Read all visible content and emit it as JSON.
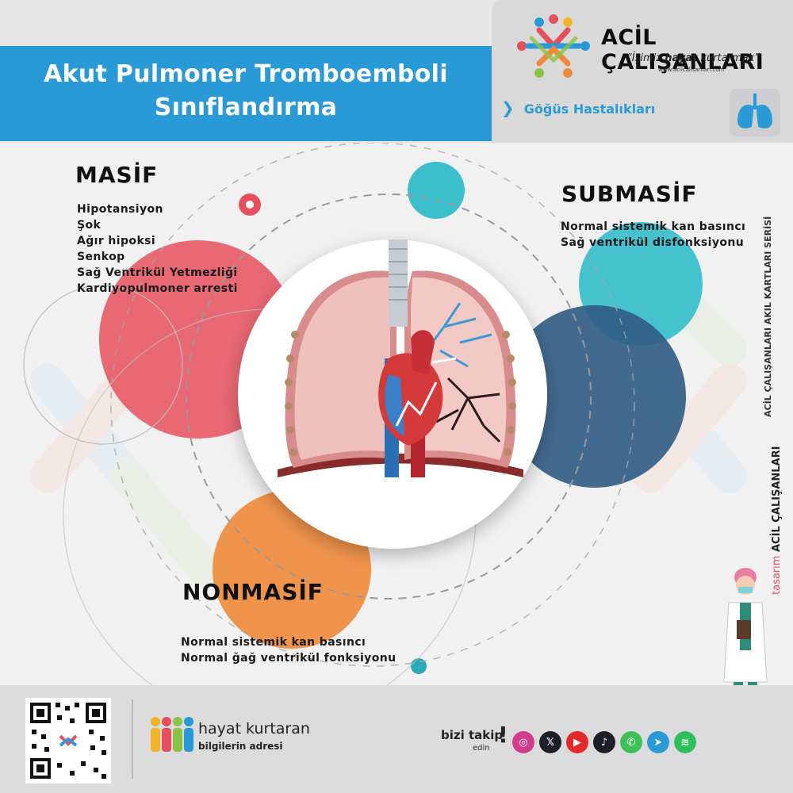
{
  "header": {
    "title_line1": "Akut Pulmoner Tromboemboli",
    "title_line2": "Sınıflandırma"
  },
  "brand": {
    "name": "ACİL ÇALIŞANLARI",
    "slogan_prefix": "“İşimiz ",
    "slogan_bold": "hayat",
    "slogan_suffix": " kurtarmak”",
    "url": "www.acilcalisanlari.com",
    "category": "Göğüs Hastalıkları",
    "category_icon": "lungs-icon"
  },
  "sections": {
    "masif": {
      "title": "MASİF",
      "items": [
        "Hipotansiyon",
        "Şok",
        "Ağır hipoksi",
        "Senkop",
        "Sağ Ventrikül Yetmezliği",
        "Kardiyopulmoner arresti"
      ]
    },
    "submasif": {
      "title": "SUBMASİF",
      "items": [
        "Normal sistemik kan basıncı",
        "Sağ ventrikül disfonksiyonu"
      ]
    },
    "nonmasif": {
      "title": "NONMASİF",
      "items": [
        "Normal sistemik kan basıncı",
        "Normal ğağ ventrikül fonksiyonu"
      ]
    }
  },
  "side": {
    "series": "ACİL ÇALIŞANLARI AKIL KARTLARI SERİSİ",
    "design_prefix": "tasarım",
    "design_brand": "ACİL ÇALIŞANLARI"
  },
  "footer": {
    "hk_line1": "hayat kurtaran",
    "hk_line2": "bilgilerin adresi",
    "follow_line1": "bizi takip",
    "follow_line2": "edin",
    "social_icons": [
      "instagram-icon",
      "x-icon",
      "youtube-icon",
      "tiktok-icon",
      "whatsapp-icon",
      "telegram-icon",
      "spotify-icon"
    ]
  },
  "colors": {
    "accent_blue": "#2a9ad6",
    "masif_red": "#e6505e",
    "submasif_teal": "#3cbfcc",
    "dark_blue": "#2f5b84",
    "nonmasif_orange": "#f08a3a"
  }
}
